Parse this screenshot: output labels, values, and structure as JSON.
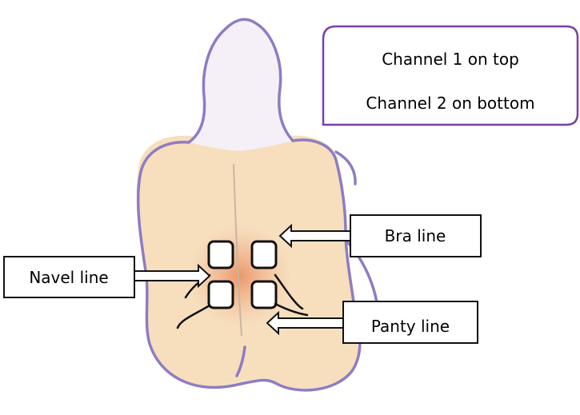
{
  "info_box": {
    "line1": "Channel 1 on top",
    "line2": "Channel 2 on bottom"
  },
  "labels": {
    "bra_line": "Bra line",
    "navel_line": "Navel line",
    "panty_line": "Panty line"
  },
  "colors": {
    "outline": "#8e7cc3",
    "skin": "#f7dfbe",
    "glow": "#e8895a"
  }
}
